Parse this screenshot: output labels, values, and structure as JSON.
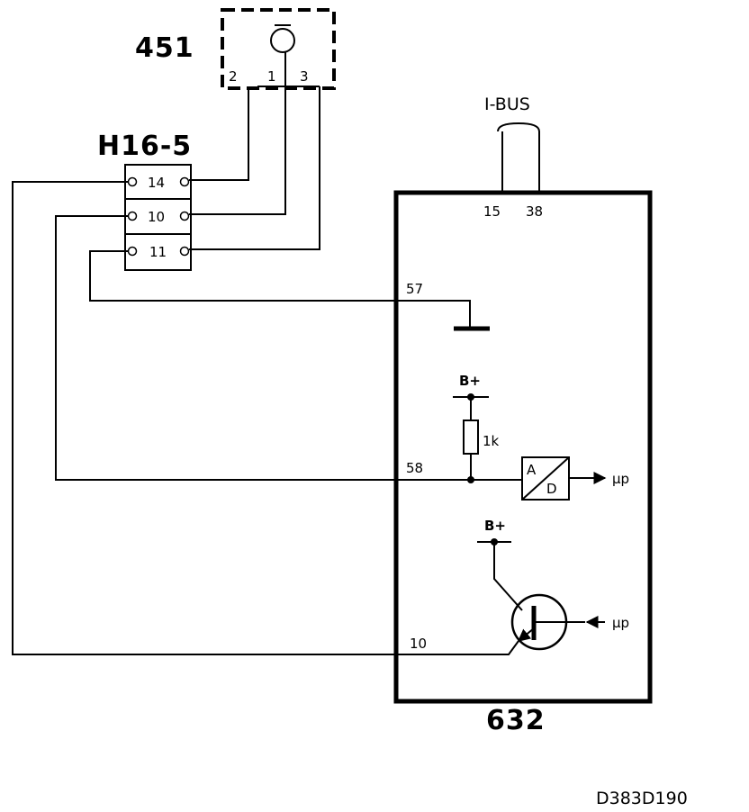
{
  "component_451": {
    "label": "451",
    "pins": [
      "2",
      "1",
      "3"
    ]
  },
  "connector": {
    "label": "H16-5",
    "pins": [
      "14",
      "10",
      "11"
    ]
  },
  "ibus": {
    "label": "I-BUS"
  },
  "module_632": {
    "label": "632",
    "terminals": [
      "15",
      "38",
      "57",
      "58",
      "10"
    ],
    "supply_top": "B+",
    "supply_bottom": "B+",
    "resistor": "1k",
    "adc_a": "A",
    "adc_d": "D",
    "adc_output": "µp",
    "transistor_input": "µp"
  },
  "diagram_code": "D383D190"
}
